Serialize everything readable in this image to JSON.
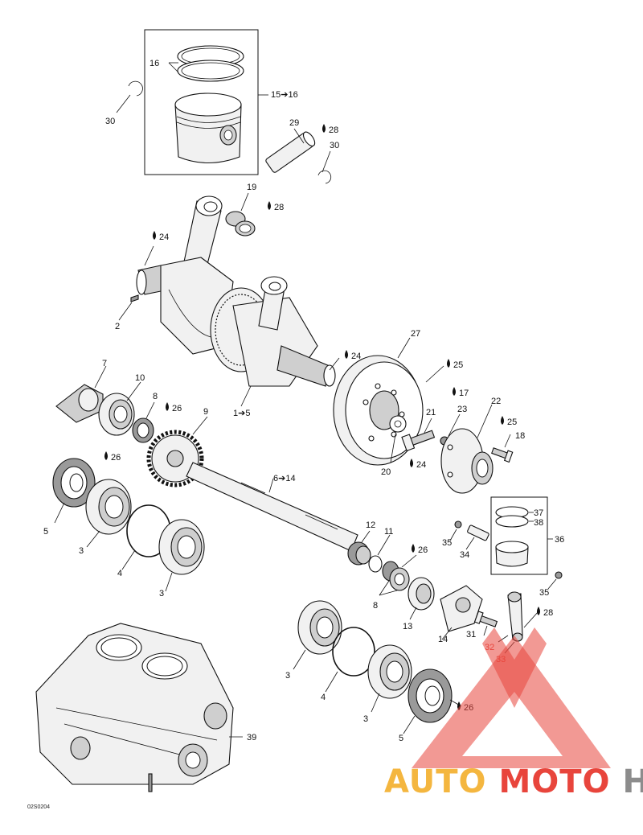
{
  "diagram": {
    "drawing_code": "02S0204",
    "callouts": [
      {
        "id": "c16a",
        "text": "16",
        "drop": false
      },
      {
        "id": "c30a",
        "text": "30",
        "drop": false
      },
      {
        "id": "c15",
        "text": "15➔16",
        "drop": false
      },
      {
        "id": "c29",
        "text": "29",
        "drop": false
      },
      {
        "id": "c28a",
        "text": "28",
        "drop": true
      },
      {
        "id": "c30b",
        "text": "30",
        "drop": false
      },
      {
        "id": "c19",
        "text": "19",
        "drop": false
      },
      {
        "id": "c28b",
        "text": "28",
        "drop": true
      },
      {
        "id": "c24a",
        "text": "24",
        "drop": true
      },
      {
        "id": "c2",
        "text": "2",
        "drop": false
      },
      {
        "id": "c24b",
        "text": "24",
        "drop": true
      },
      {
        "id": "c27",
        "text": "27",
        "drop": false
      },
      {
        "id": "c25a",
        "text": "25",
        "drop": true
      },
      {
        "id": "c7",
        "text": "7",
        "drop": false
      },
      {
        "id": "c10",
        "text": "10",
        "drop": false
      },
      {
        "id": "c8a",
        "text": "8",
        "drop": false
      },
      {
        "id": "c26a",
        "text": "26",
        "drop": true
      },
      {
        "id": "c9",
        "text": "9",
        "drop": false
      },
      {
        "id": "c1",
        "text": "1➔5",
        "drop": false
      },
      {
        "id": "c17",
        "text": "17",
        "drop": true
      },
      {
        "id": "c22",
        "text": "22",
        "drop": false
      },
      {
        "id": "c21",
        "text": "21",
        "drop": false
      },
      {
        "id": "c23",
        "text": "23",
        "drop": false
      },
      {
        "id": "c25b",
        "text": "25",
        "drop": true
      },
      {
        "id": "c18",
        "text": "18",
        "drop": false
      },
      {
        "id": "c20",
        "text": "20",
        "drop": false
      },
      {
        "id": "c24c",
        "text": "24",
        "drop": true
      },
      {
        "id": "c26b",
        "text": "26",
        "drop": true
      },
      {
        "id": "c6",
        "text": "6➔14",
        "drop": false
      },
      {
        "id": "c5a",
        "text": "5",
        "drop": false
      },
      {
        "id": "c3a",
        "text": "3",
        "drop": false
      },
      {
        "id": "c4a",
        "text": "4",
        "drop": false
      },
      {
        "id": "c3b",
        "text": "3",
        "drop": false
      },
      {
        "id": "c37",
        "text": "37",
        "drop": false
      },
      {
        "id": "c38",
        "text": "38",
        "drop": false
      },
      {
        "id": "c36",
        "text": "36",
        "drop": false
      },
      {
        "id": "c12",
        "text": "12",
        "drop": false
      },
      {
        "id": "c11",
        "text": "11",
        "drop": false
      },
      {
        "id": "c35a",
        "text": "35",
        "drop": false
      },
      {
        "id": "c34",
        "text": "34",
        "drop": false
      },
      {
        "id": "c26c",
        "text": "26",
        "drop": true
      },
      {
        "id": "c8b",
        "text": "8",
        "drop": false
      },
      {
        "id": "c35b",
        "text": "35",
        "drop": false
      },
      {
        "id": "c28c",
        "text": "28",
        "drop": true
      },
      {
        "id": "c13",
        "text": "13",
        "drop": false
      },
      {
        "id": "c14",
        "text": "14",
        "drop": false
      },
      {
        "id": "c31",
        "text": "31",
        "drop": false
      },
      {
        "id": "c32",
        "text": "32",
        "drop": false
      },
      {
        "id": "c33",
        "text": "33",
        "drop": false
      },
      {
        "id": "c3c",
        "text": "3",
        "drop": false
      },
      {
        "id": "c4b",
        "text": "4",
        "drop": false
      },
      {
        "id": "c3d",
        "text": "3",
        "drop": false
      },
      {
        "id": "c5b",
        "text": "5",
        "drop": false
      },
      {
        "id": "c26d",
        "text": "26",
        "drop": true
      },
      {
        "id": "c39",
        "text": "39",
        "drop": false
      }
    ]
  },
  "watermark": {
    "part1": "AUTO",
    "part2": "MOTO",
    "part3": "HUB",
    "colors": {
      "auto": "#f4b63f",
      "moto": "#e8453c",
      "hub": "#8c8c8c",
      "triangle": "#e8453c"
    }
  }
}
